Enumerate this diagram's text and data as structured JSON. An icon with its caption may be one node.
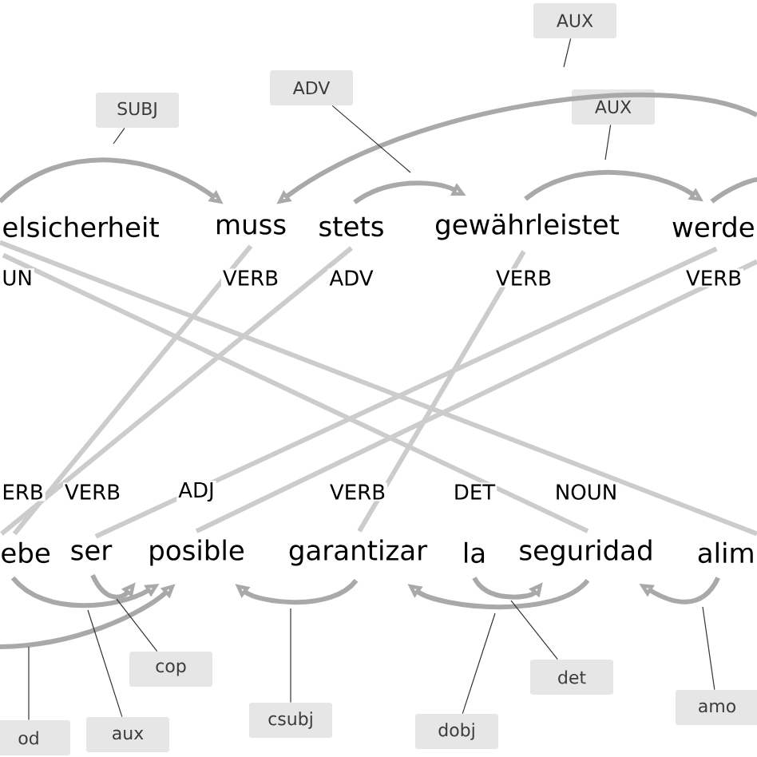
{
  "diagram": {
    "nodes": [
      {
        "text": [
          "elsicherheit"
        ],
        "beside": [
          "UN"
        ]
      },
      {
        "text": [
          "muss"
        ],
        "beside": [
          "VERB"
        ]
      },
      {
        "text": [
          "stets"
        ],
        "beside": [
          "ADV"
        ]
      },
      {
        "text": [
          "gewährleistet"
        ],
        "beside": [
          "VERB"
        ]
      },
      {
        "text": [
          "werde"
        ],
        "beside": [
          "VERB"
        ]
      },
      {
        "text": [
          "ebe"
        ],
        "beside": [
          "ERB"
        ]
      },
      {
        "text": [
          "ser"
        ],
        "beside": [
          "VERB"
        ]
      },
      {
        "text": [
          "posible"
        ],
        "beside": [
          "ADJ"
        ]
      },
      {
        "text": [
          "garantizar"
        ],
        "beside": [
          "VERB"
        ]
      },
      {
        "text": [
          "la"
        ],
        "beside": [
          "DET"
        ]
      },
      {
        "text": [
          "seguridad"
        ],
        "beside": [
          "NOUN"
        ]
      },
      {
        "text": [
          "alim"
        ]
      },
      {
        "text": [
          "AUX"
        ]
      },
      {
        "text": [
          "ADV"
        ]
      },
      {
        "text": [
          "SUBJ"
        ]
      },
      {
        "text": [
          "AUX"
        ]
      },
      {
        "text": [
          "cop"
        ]
      },
      {
        "text": [
          "det"
        ]
      },
      {
        "text": [
          "amo"
        ]
      },
      {
        "text": [
          "csubj"
        ]
      },
      {
        "text": [
          "dobj"
        ]
      },
      {
        "text": [
          "od"
        ]
      },
      {
        "text": [
          "aux"
        ]
      }
    ],
    "edges": [
      {
        "from": 0,
        "to": 1,
        "arrow": "to"
      },
      {
        "from": null,
        "to": 1,
        "arrow": "to"
      },
      {
        "from": 2,
        "to": 3,
        "arrow": "to"
      },
      {
        "from": 3,
        "to": 4,
        "arrow": "to"
      },
      {
        "from": 4,
        "to": null,
        "arrow": "none"
      },
      {
        "from": null,
        "to": 7,
        "arrow": "to"
      },
      {
        "from": 5,
        "to": 7,
        "arrow": "to"
      },
      {
        "from": 6,
        "to": 7,
        "arrow": "to"
      },
      {
        "from": 8,
        "to": 7,
        "arrow": "to"
      },
      {
        "from": 10,
        "to": 8,
        "arrow": "to"
      },
      {
        "from": 9,
        "to": 10,
        "arrow": "to"
      },
      {
        "from": 11,
        "to": 10,
        "arrow": "to"
      },
      {
        "from": 1,
        "to": 5,
        "arrow": "none",
        "color": "#cccccc"
      },
      {
        "from": 4,
        "to": 6,
        "arrow": "none",
        "color": "#cccccc"
      },
      {
        "from": 4,
        "to": 7,
        "arrow": "none",
        "color": "#cccccc"
      },
      {
        "from": 2,
        "to": 5,
        "arrow": "none",
        "color": "#cccccc"
      },
      {
        "from": 3,
        "to": 8,
        "arrow": "none",
        "color": "#cccccc"
      },
      {
        "from": 0,
        "to": 10,
        "arrow": "none",
        "color": "#cccccc"
      },
      {
        "from": 0,
        "to": 11,
        "arrow": "none",
        "color": "#cccccc"
      },
      {
        "from": 12,
        "to": null,
        "arrow": "none",
        "color": "#333333"
      },
      {
        "from": 13,
        "to": null,
        "arrow": "none",
        "color": "#333333"
      },
      {
        "from": 14,
        "to": null,
        "arrow": "none",
        "color": "#333333"
      },
      {
        "from": 15,
        "to": null,
        "arrow": "none",
        "color": "#333333"
      },
      {
        "from": 16,
        "to": null,
        "arrow": "none",
        "color": "#333333"
      },
      {
        "from": 17,
        "to": null,
        "arrow": "none",
        "color": "#333333"
      },
      {
        "from": 18,
        "to": null,
        "arrow": "none",
        "color": "#333333"
      },
      {
        "from": 19,
        "to": null,
        "arrow": "none",
        "color": "#333333"
      },
      {
        "from": 20,
        "to": null,
        "arrow": "none",
        "color": "#333333"
      },
      {
        "from": 21,
        "to": null,
        "arrow": "none",
        "color": "#333333"
      },
      {
        "from": 22,
        "to": null,
        "arrow": "none",
        "color": "#333333"
      }
    ]
  }
}
